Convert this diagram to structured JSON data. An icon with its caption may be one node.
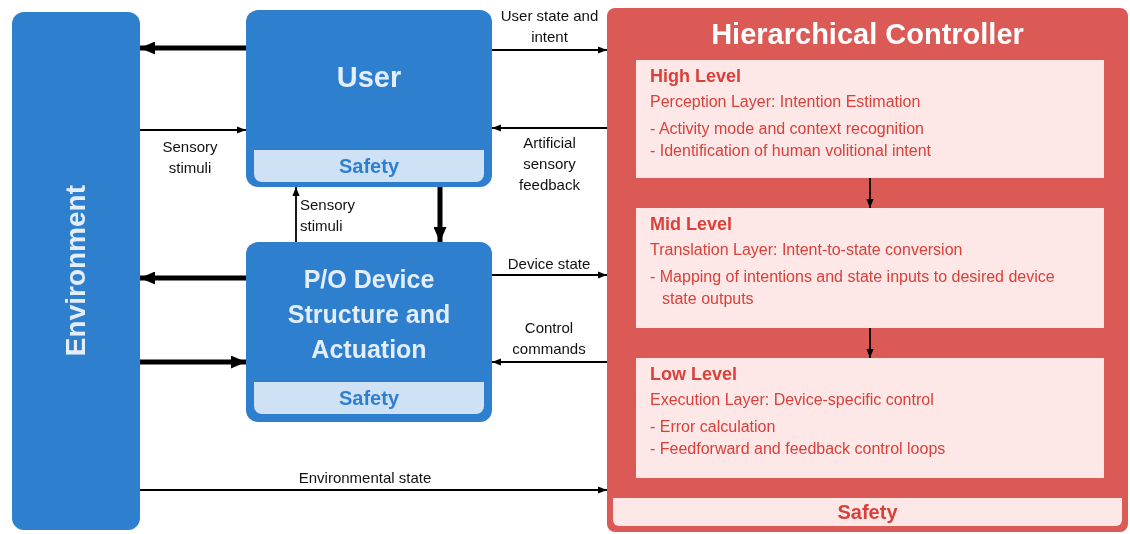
{
  "diagram": {
    "nodes": [
      {
        "text": [
          "Environment"
        ]
      },
      {
        "text": [
          "User"
        ]
      },
      {
        "text": [
          "Safety"
        ],
        "in": 1
      },
      {
        "text": [
          "P/O Device Structure and Actuation"
        ]
      },
      {
        "text": [
          "Safety"
        ],
        "in": 3
      },
      {
        "text": [
          "Hierarchical Controller"
        ]
      },
      {
        "text": [
          "High Level",
          "Perception Layer: Intention Estimation",
          "- Activity mode and context recognition",
          "- Identification of human volitional intent"
        ],
        "in": 5
      },
      {
        "text": [
          "Mid Level",
          "Translation Layer: Intent-to-state conversion",
          "- Mapping of intentions and state inputs to desired device state outputs"
        ],
        "in": 5
      },
      {
        "text": [
          "Low Level",
          "Execution Layer: Device-specific control",
          "- Error calculation",
          "- Feedforward and feedback control loops"
        ],
        "in": 5
      },
      {
        "text": [
          "Safety"
        ],
        "in": 5
      }
    ],
    "edges": [
      {
        "from": 1,
        "to": 0,
        "arrow": "to",
        "style": "thick"
      },
      {
        "from": 0,
        "to": 1,
        "arrow": "to",
        "label": "Sensory stimuli"
      },
      {
        "from": 3,
        "to": 1,
        "arrow": "to",
        "label": "Sensory stimuli"
      },
      {
        "from": 1,
        "to": 3,
        "arrow": "to",
        "style": "thick"
      },
      {
        "from": 1,
        "to": 5,
        "arrow": "to",
        "label": "User state and intent"
      },
      {
        "from": 5,
        "to": 1,
        "arrow": "to",
        "label": "Artificial sensory feedback"
      },
      {
        "from": 3,
        "to": 0,
        "arrow": "to",
        "style": "thick"
      },
      {
        "from": 0,
        "to": 3,
        "arrow": "to",
        "style": "thick"
      },
      {
        "from": 3,
        "to": 5,
        "arrow": "to",
        "label": "Device state"
      },
      {
        "from": 5,
        "to": 3,
        "arrow": "to",
        "label": "Control commands"
      },
      {
        "from": 0,
        "to": 5,
        "arrow": "to",
        "label": "Environmental state"
      },
      {
        "from": 6,
        "to": 7,
        "arrow": "to"
      },
      {
        "from": 7,
        "to": 8,
        "arrow": "to"
      }
    ]
  }
}
